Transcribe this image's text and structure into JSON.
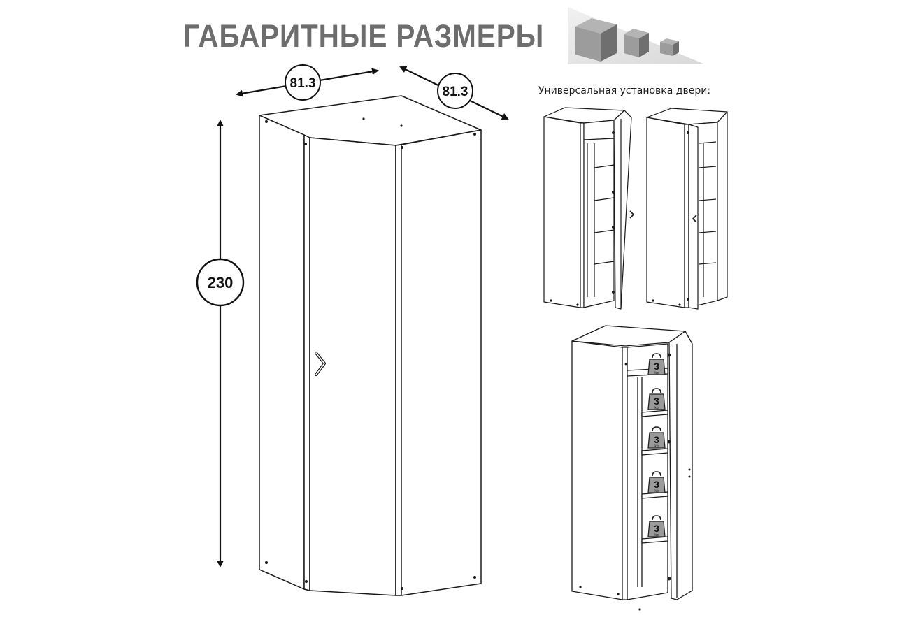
{
  "header": {
    "title": "ГАБАРИТНЫЕ РАЗМЕРЫ"
  },
  "dimensions": {
    "width_left": "81.3",
    "width_right": "81.3",
    "height": "230"
  },
  "door_section": {
    "caption": "Универсальная установка двери:"
  },
  "load_section": {
    "weight_value": "3",
    "weight_unit": "kg"
  },
  "colors": {
    "line": "#1a1a1a",
    "title_gray": "#6d6d6d",
    "cube_dark": "#6f6f6f",
    "cube_light": "#9c9c9c"
  },
  "icons": [
    "cube-icon",
    "dimension-arrow-icon",
    "door-handle-icon",
    "kettlebell-weight-icon",
    "hinge-icon"
  ]
}
